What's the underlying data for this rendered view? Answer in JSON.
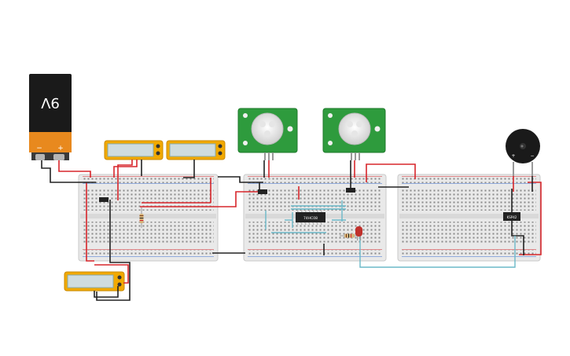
{
  "battery": {
    "label": "9V",
    "minus": "−",
    "plus": "+"
  },
  "ic_chip": {
    "label": "74HC08"
  },
  "relay": {
    "label": "KSP42"
  },
  "pir_sensors": [
    {
      "name": "pir-sensor-1"
    },
    {
      "name": "pir-sensor-2"
    }
  ],
  "multimeters": [
    {
      "name": "multimeter-1"
    },
    {
      "name": "multimeter-2"
    },
    {
      "name": "multimeter-3"
    }
  ],
  "buzzer": {
    "plus": "+",
    "minus": "−"
  },
  "colors": {
    "wire_red": "#d7262b",
    "wire_black": "#222222",
    "wire_blue": "#6bb8c8",
    "breadboard": "#e9e9e9",
    "pcb_green": "#2e9b3d",
    "multimeter_body": "#f2a900",
    "battery_body": "#1a1a1a",
    "battery_band": "#e8891e"
  }
}
